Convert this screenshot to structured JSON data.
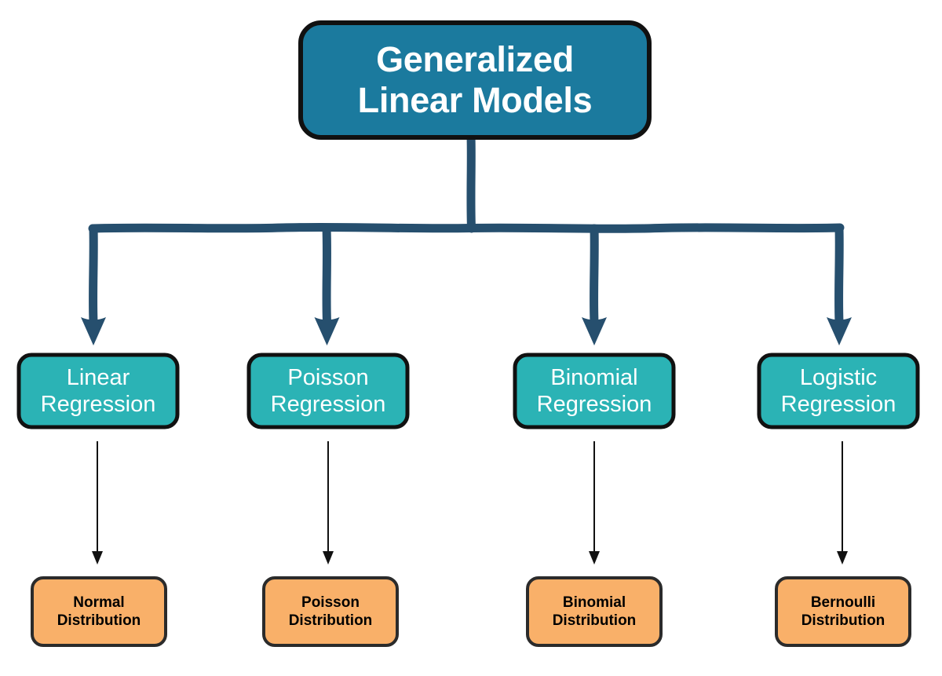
{
  "diagram": {
    "title": "Generalized Linear Models",
    "type": "hierarchy-flowchart",
    "background_color": "#ffffff",
    "root": {
      "label": "Generalized\nLinear Models",
      "fill_color": "#1b7a9e",
      "text_color": "#ffffff",
      "border_color": "#111111"
    },
    "models": [
      {
        "label": "Linear\nRegression",
        "fill_color": "#2bb3b5",
        "text_color": "#ffffff",
        "border_color": "#111111"
      },
      {
        "label": "Poisson\nRegression",
        "fill_color": "#2bb3b5",
        "text_color": "#ffffff",
        "border_color": "#111111"
      },
      {
        "label": "Binomial\nRegression",
        "fill_color": "#2bb3b5",
        "text_color": "#ffffff",
        "border_color": "#111111"
      },
      {
        "label": "Logistic\nRegression",
        "fill_color": "#2bb3b5",
        "text_color": "#ffffff",
        "border_color": "#111111"
      }
    ],
    "distributions": [
      {
        "label": "Normal\nDistribution",
        "fill_color": "#f9b069",
        "text_color": "#000000",
        "border_color": "#2b2b2b"
      },
      {
        "label": "Poisson\nDistribution",
        "fill_color": "#f9b069",
        "text_color": "#000000",
        "border_color": "#2b2b2b"
      },
      {
        "label": "Binomial\nDistribution",
        "fill_color": "#f9b069",
        "text_color": "#000000",
        "border_color": "#2b2b2b"
      },
      {
        "label": "Bernoulli\nDistribution",
        "fill_color": "#f9b069",
        "text_color": "#000000",
        "border_color": "#2b2b2b"
      }
    ],
    "connector_colors": {
      "primary_branch": "#264f6e",
      "secondary_arrow": "#111111"
    },
    "edges": [
      {
        "from": "Generalized Linear Models",
        "to": "Linear Regression"
      },
      {
        "from": "Generalized Linear Models",
        "to": "Poisson Regression"
      },
      {
        "from": "Generalized Linear Models",
        "to": "Binomial Regression"
      },
      {
        "from": "Generalized Linear Models",
        "to": "Logistic Regression"
      },
      {
        "from": "Linear Regression",
        "to": "Normal Distribution"
      },
      {
        "from": "Poisson Regression",
        "to": "Poisson Distribution"
      },
      {
        "from": "Binomial Regression",
        "to": "Binomial Distribution"
      },
      {
        "from": "Logistic Regression",
        "to": "Bernoulli Distribution"
      }
    ]
  }
}
